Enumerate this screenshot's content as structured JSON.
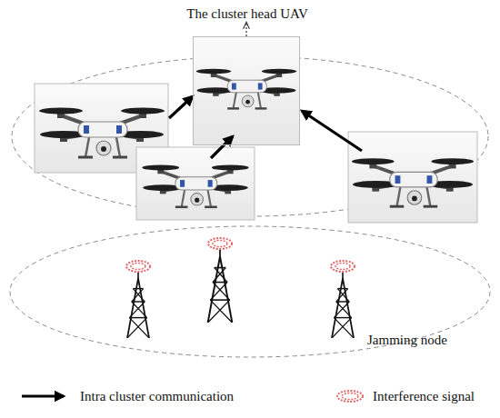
{
  "diagram": {
    "nodes": [
      {
        "text": [
          "The cluster head UAV"
        ]
      },
      {
        "text": [
          "Jamming node"
        ]
      }
    ],
    "legend": [
      {
        "text": "Intra cluster communication"
      },
      {
        "text": "Interference signal"
      }
    ]
  }
}
